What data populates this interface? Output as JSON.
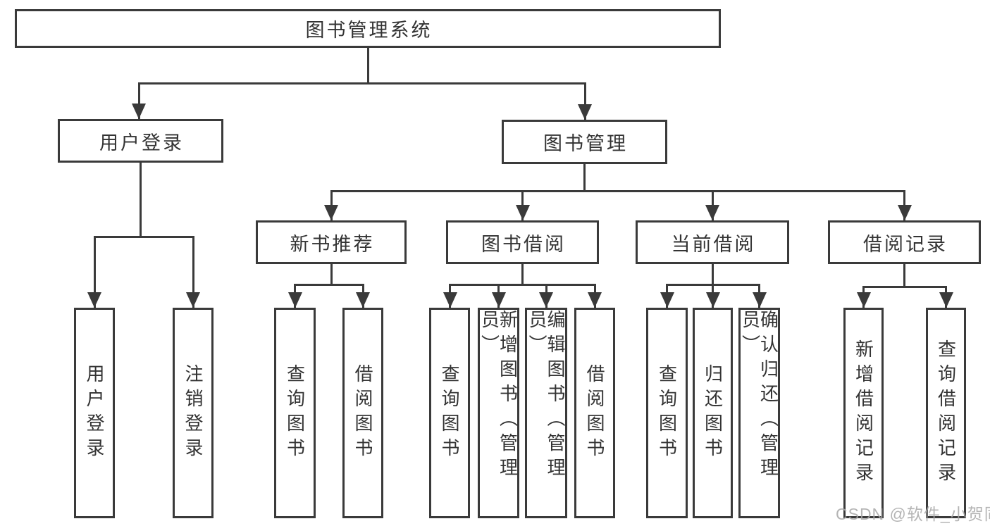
{
  "diagram": {
    "root": {
      "label": "图书管理系统"
    },
    "level2": {
      "user_login": {
        "label": "用户登录"
      },
      "book_mgmt": {
        "label": "图书管理"
      }
    },
    "level3": {
      "new_books": {
        "label": "新书推荐"
      },
      "borrow": {
        "label": "图书借阅"
      },
      "current": {
        "label": "当前借阅"
      },
      "records": {
        "label": "借阅记录"
      }
    },
    "leaves": {
      "user_login": {
        "label": "用户登录"
      },
      "logout": {
        "label": "注销登录"
      },
      "query_books_1": {
        "label": "查询图书"
      },
      "borrow_books_1": {
        "label": "借阅图书"
      },
      "query_books_2": {
        "label": "查询图书"
      },
      "add_book_admin": {
        "label": "新增图书（管理员）"
      },
      "edit_book_admin": {
        "label": "编辑图书（管理员）"
      },
      "borrow_books_2": {
        "label": "借阅图书"
      },
      "query_books_3": {
        "label": "查询图书"
      },
      "return_books": {
        "label": "归还图书"
      },
      "confirm_return_admin": {
        "label": "确认归还（管理员）"
      },
      "add_borrow_record": {
        "label": "新增借阅记录"
      },
      "query_borrow_record": {
        "label": "查询借阅记录"
      }
    }
  },
  "watermark": {
    "label": "CSDN @软件_小贺同学"
  },
  "colors": {
    "line": "#3a3a3a",
    "text": "#333333",
    "background": "#ffffff",
    "watermark": "#a8a8a8"
  }
}
